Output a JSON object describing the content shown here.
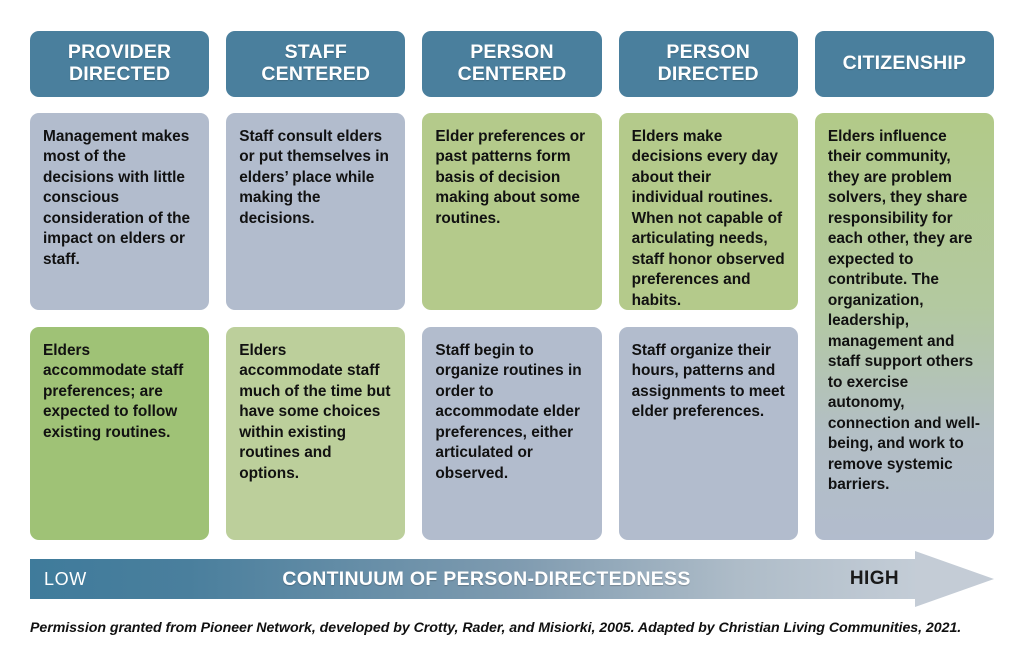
{
  "diagram": {
    "title": "Continuum of Person-Directedness",
    "colors": {
      "header_blue": "#4a7f9d",
      "card_blue_gray": "#b2bccd",
      "card_green": "#b4ca8b",
      "card_green_strong": "#9fc276",
      "card_green_soft": "#bccf9b",
      "text_dark": "#111111",
      "text_light": "#ffffff"
    },
    "columns": [
      {
        "header": "PROVIDER\nDIRECTED",
        "cards": [
          {
            "fill": "blue",
            "text": "Management makes most of the decisions with little conscious consideration of the impact on elders or staff."
          },
          {
            "fill": "green-strong",
            "text": "Elders accommodate staff preferences; are expected to follow existing routines."
          }
        ]
      },
      {
        "header": "STAFF\nCENTERED",
        "cards": [
          {
            "fill": "blue",
            "text": "Staff consult elders or put themselves in elders’ place while making the decisions."
          },
          {
            "fill": "green-soft",
            "text": "Elders accommodate staff much of the time but have some choices within existing routines and options."
          }
        ]
      },
      {
        "header": "PERSON\nCENTERED",
        "cards": [
          {
            "fill": "green",
            "text": "Elder preferences or past patterns form basis of decision making about some routines."
          },
          {
            "fill": "blue",
            "text": "Staff begin to organize routines in order to accommodate elder preferences, either articulated or observed."
          }
        ]
      },
      {
        "header": "PERSON\nDIRECTED",
        "cards": [
          {
            "fill": "green",
            "text": "Elders make decisions every day about their individual routines. When not capable of articulating needs, staff honor observed preferences and habits."
          },
          {
            "fill": "blue",
            "text": "Staff organize their hours, patterns and assignments to meet elder preferences."
          }
        ]
      },
      {
        "header": "CITIZENSHIP",
        "cards": [
          {
            "fill": "gradient",
            "text": "Elders influence their community, they are problem solvers, they share responsibility for each other, they are expected to contribute. The organization, leadership, management and staff support others to exercise autonomy, connection and well-being, and work to remove systemic barriers."
          }
        ]
      }
    ],
    "continuum": {
      "low_label": "LOW",
      "center_label": "CONTINUUM OF PERSON-DIRECTEDNESS",
      "high_label": "HIGH"
    },
    "footer": "Permission granted from Pioneer Network, developed by Crotty, Rader, and Misiorki, 2005. Adapted by Christian Living Communities, 2021."
  }
}
